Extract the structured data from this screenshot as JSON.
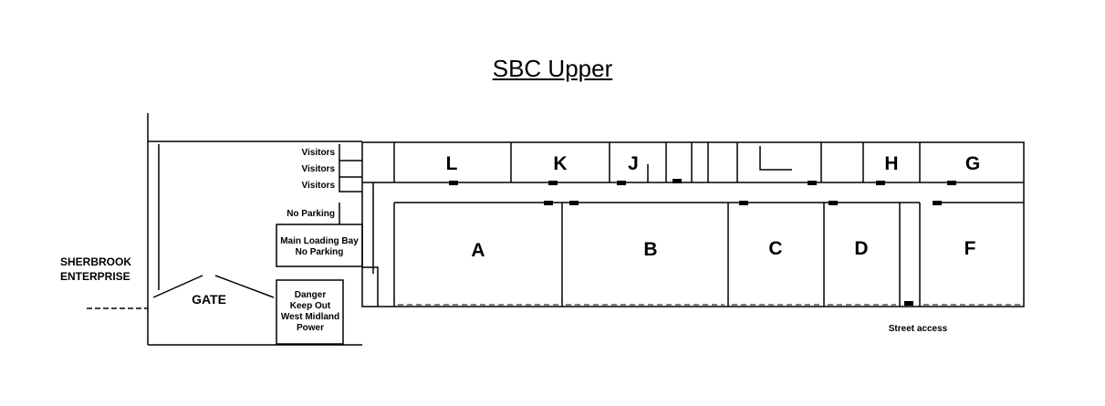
{
  "title": "SBC Upper",
  "labels": {
    "neighbour_line1": "SHERBROOK",
    "neighbour_line2": "ENTERPRISE",
    "gate": "GATE",
    "visitors": [
      "Visitors",
      "Visitors",
      "Visitors"
    ],
    "no_parking": "No Parking",
    "loading_line1": "Main Loading Bay",
    "loading_line2": "No Parking",
    "danger_lines": [
      "Danger",
      "Keep Out",
      "West Midland",
      "Power"
    ],
    "street_access": "Street access"
  },
  "units": {
    "upper_row": [
      "L",
      "K",
      "J",
      "H",
      "G"
    ],
    "lower_row": [
      "A",
      "B",
      "C",
      "D",
      "F"
    ]
  }
}
